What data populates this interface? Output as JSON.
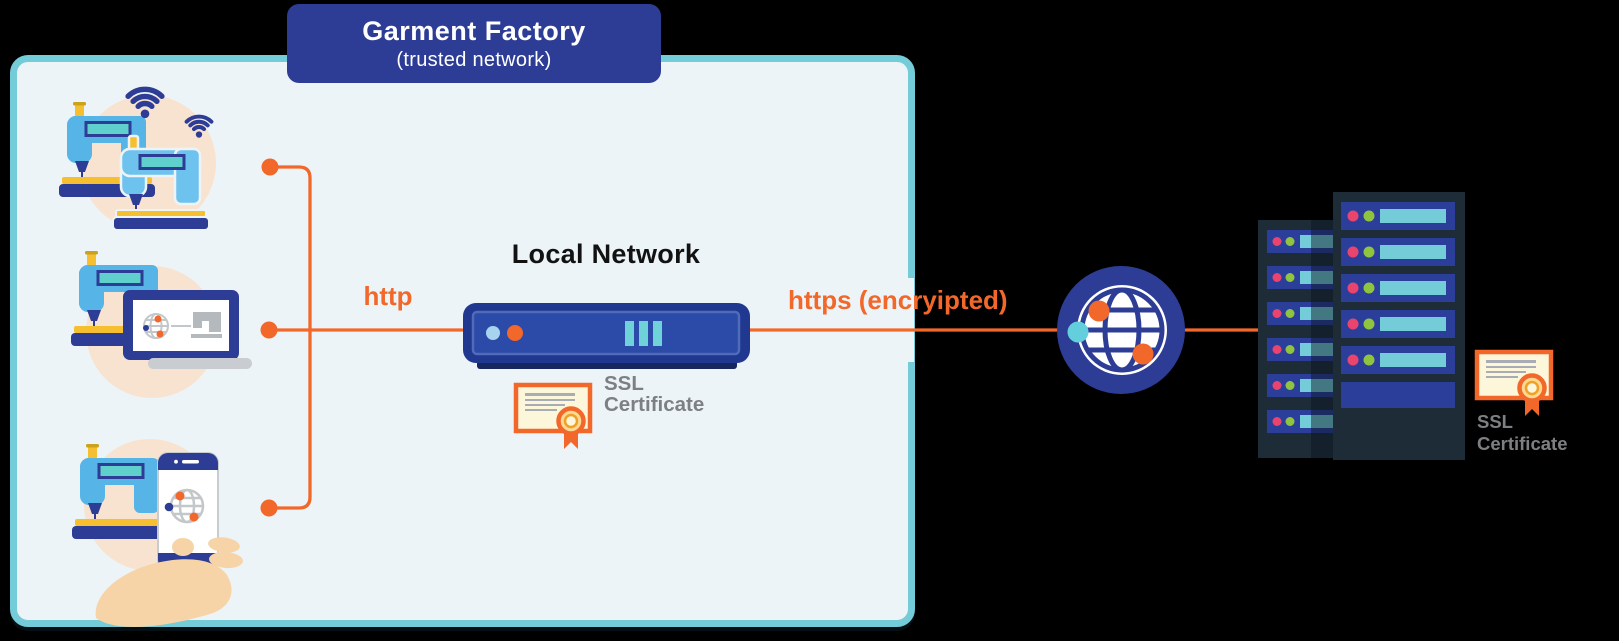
{
  "diagram": {
    "title": {
      "line1": "Garment Factory",
      "line2": "(trusted network)"
    },
    "labels": {
      "local_network": "Local Network",
      "http": "http",
      "https": "https (encryipted)",
      "ssl_certificate": {
        "line1": "SSL",
        "line2": "Certificate"
      }
    },
    "icons": [
      "sewing-machines-wifi-icon",
      "laptop-sewing-machine-icon",
      "phone-sewing-machine-icon",
      "local-network-router-icon",
      "ssl-certificate-icon",
      "internet-globe-icon",
      "server-rack-icon"
    ],
    "colors": {
      "background": "#000000",
      "trusted_box_fill": "#edf4f8",
      "trusted_box_border": "#74ccd8",
      "navy": "#2d3d96",
      "accent_orange": "#f1682a",
      "machine_blue": "#57b4e6",
      "machine_blue_light": "#6ec2ee",
      "screen_teal": "#5fd0cc",
      "yellow": "#f6bf2f",
      "peach_circle": "#f8e3d0",
      "hand_skin": "#f6d4a8",
      "router_inner_blue": "#2c4aa8",
      "router_bar_teal": "#6fd2d8",
      "cert_cream": "#fcf6da",
      "grey_text": "#7d8083",
      "rack_dark": "#1e2c38",
      "server_unit_blue": "#2b3f9a",
      "server_dot_pink": "#e8446d",
      "server_dot_green": "#8fc43f",
      "server_bar_teal": "#74ccd8"
    }
  }
}
